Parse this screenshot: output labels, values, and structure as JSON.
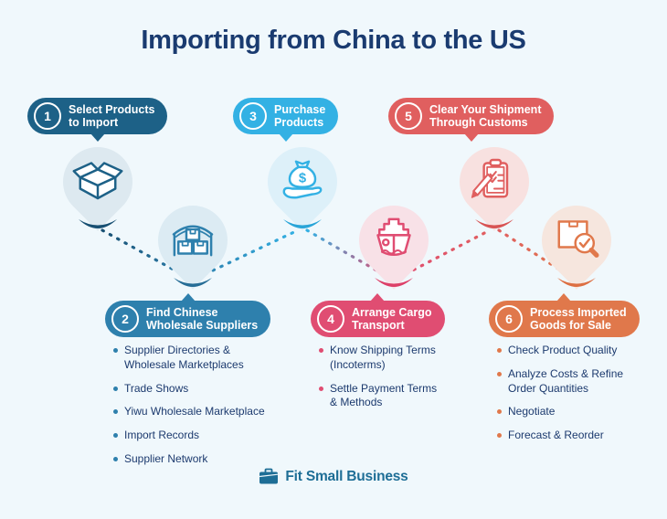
{
  "title": "Importing from China to the US",
  "colors": {
    "background": "#f0f8fc",
    "title": "#1a3b70",
    "bullet_text": "#1c3a6e",
    "step1": "#1d6187",
    "step2": "#2e80ad",
    "step3": "#33b1e4",
    "step4": "#e04d72",
    "step5": "#e05f5f",
    "step6": "#e0784b"
  },
  "steps": [
    {
      "number": "1",
      "label": "Select Products\nto Import",
      "icon": "open-box-icon",
      "color": "#1d6187",
      "bullets": []
    },
    {
      "number": "2",
      "label": "Find Chinese\nWholesale Suppliers",
      "icon": "warehouse-icon",
      "color": "#2e80ad",
      "bullets": [
        "Supplier Directories &\nWholesale Marketplaces",
        "Trade Shows",
        "Yiwu Wholesale Marketplace",
        "Import Records",
        "Supplier Network"
      ]
    },
    {
      "number": "3",
      "label": "Purchase\nProducts",
      "icon": "money-bag-hand-icon",
      "color": "#33b1e4",
      "bullets": []
    },
    {
      "number": "4",
      "label": "Arrange Cargo\nTransport",
      "icon": "cargo-ship-icon",
      "color": "#e04d72",
      "bullets": [
        "Know Shipping Terms\n(Incoterms)",
        "Settle Payment Terms\n& Methods"
      ]
    },
    {
      "number": "5",
      "label": "Clear Your Shipment\nThrough Customs",
      "icon": "customs-clipboard-icon",
      "color": "#e05f5f",
      "bullets": []
    },
    {
      "number": "6",
      "label": "Process Imported\nGoods for Sale",
      "icon": "inspect-box-icon",
      "color": "#e0784b",
      "bullets": [
        "Check Product Quality",
        "Analyze Costs & Refine\nOrder Quantities",
        "Negotiate",
        "Forecast & Reorder"
      ]
    }
  ],
  "footer": {
    "brand": "Fit Small Business"
  }
}
